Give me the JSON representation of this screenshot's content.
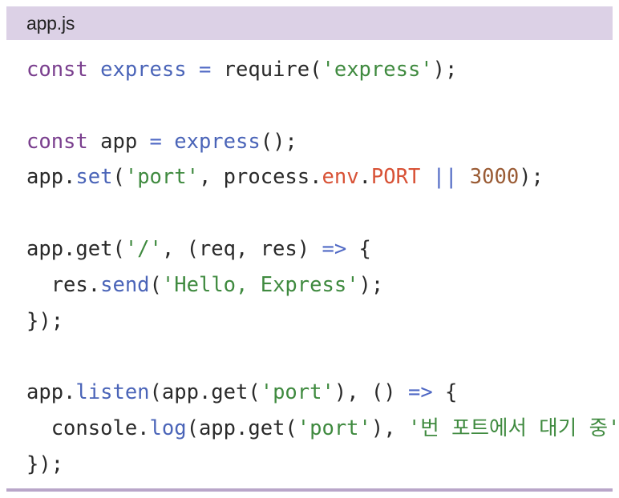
{
  "file": {
    "name": "app.js"
  },
  "code": {
    "lines": [
      [
        {
          "text": "const",
          "kind": "keyword"
        },
        {
          "text": " ",
          "kind": "plain"
        },
        {
          "text": "express",
          "kind": "ident"
        },
        {
          "text": " = ",
          "kind": "op"
        },
        {
          "text": "require",
          "kind": "plain"
        },
        {
          "text": "(",
          "kind": "plain"
        },
        {
          "text": "'express'",
          "kind": "string"
        },
        {
          "text": ");",
          "kind": "plain"
        }
      ],
      [],
      [
        {
          "text": "const",
          "kind": "keyword"
        },
        {
          "text": " ",
          "kind": "plain"
        },
        {
          "text": "app",
          "kind": "plain"
        },
        {
          "text": " = ",
          "kind": "op"
        },
        {
          "text": "express",
          "kind": "ident"
        },
        {
          "text": "();",
          "kind": "plain"
        }
      ],
      [
        {
          "text": "app.",
          "kind": "plain"
        },
        {
          "text": "set",
          "kind": "method"
        },
        {
          "text": "(",
          "kind": "plain"
        },
        {
          "text": "'port'",
          "kind": "string"
        },
        {
          "text": ", process.",
          "kind": "plain"
        },
        {
          "text": "env",
          "kind": "prop"
        },
        {
          "text": ".",
          "kind": "plain"
        },
        {
          "text": "PORT",
          "kind": "prop"
        },
        {
          "text": " || ",
          "kind": "op"
        },
        {
          "text": "3000",
          "kind": "number"
        },
        {
          "text": ");",
          "kind": "plain"
        }
      ],
      [],
      [
        {
          "text": "app.get(",
          "kind": "plain"
        },
        {
          "text": "'/'",
          "kind": "string"
        },
        {
          "text": ", (req, res) ",
          "kind": "plain"
        },
        {
          "text": "=>",
          "kind": "op"
        },
        {
          "text": " {",
          "kind": "plain"
        }
      ],
      [
        {
          "text": "  res.",
          "kind": "plain"
        },
        {
          "text": "send",
          "kind": "method"
        },
        {
          "text": "(",
          "kind": "plain"
        },
        {
          "text": "'Hello, Express'",
          "kind": "string"
        },
        {
          "text": ");",
          "kind": "plain"
        }
      ],
      [
        {
          "text": "});",
          "kind": "plain"
        }
      ],
      [],
      [
        {
          "text": "app.",
          "kind": "plain"
        },
        {
          "text": "listen",
          "kind": "method"
        },
        {
          "text": "(app.get(",
          "kind": "plain"
        },
        {
          "text": "'port'",
          "kind": "string"
        },
        {
          "text": "), () ",
          "kind": "plain"
        },
        {
          "text": "=>",
          "kind": "op"
        },
        {
          "text": " {",
          "kind": "plain"
        }
      ],
      [
        {
          "text": "  console.",
          "kind": "plain"
        },
        {
          "text": "log",
          "kind": "method"
        },
        {
          "text": "(app.get(",
          "kind": "plain"
        },
        {
          "text": "'port'",
          "kind": "string"
        },
        {
          "text": "), ",
          "kind": "plain"
        },
        {
          "text": "'번 포트에서 대기 중'",
          "kind": "string"
        },
        {
          "text": ");",
          "kind": "plain"
        }
      ],
      [
        {
          "text": "});",
          "kind": "plain"
        }
      ]
    ]
  },
  "colors": {
    "header_bg": "#dcd1e6",
    "rule": "#b9a6c9",
    "keyword": "#7a3f8e",
    "ident": "#4a64b8",
    "string": "#3f8a3f",
    "prop": "#d85236",
    "number": "#9a5b34"
  }
}
